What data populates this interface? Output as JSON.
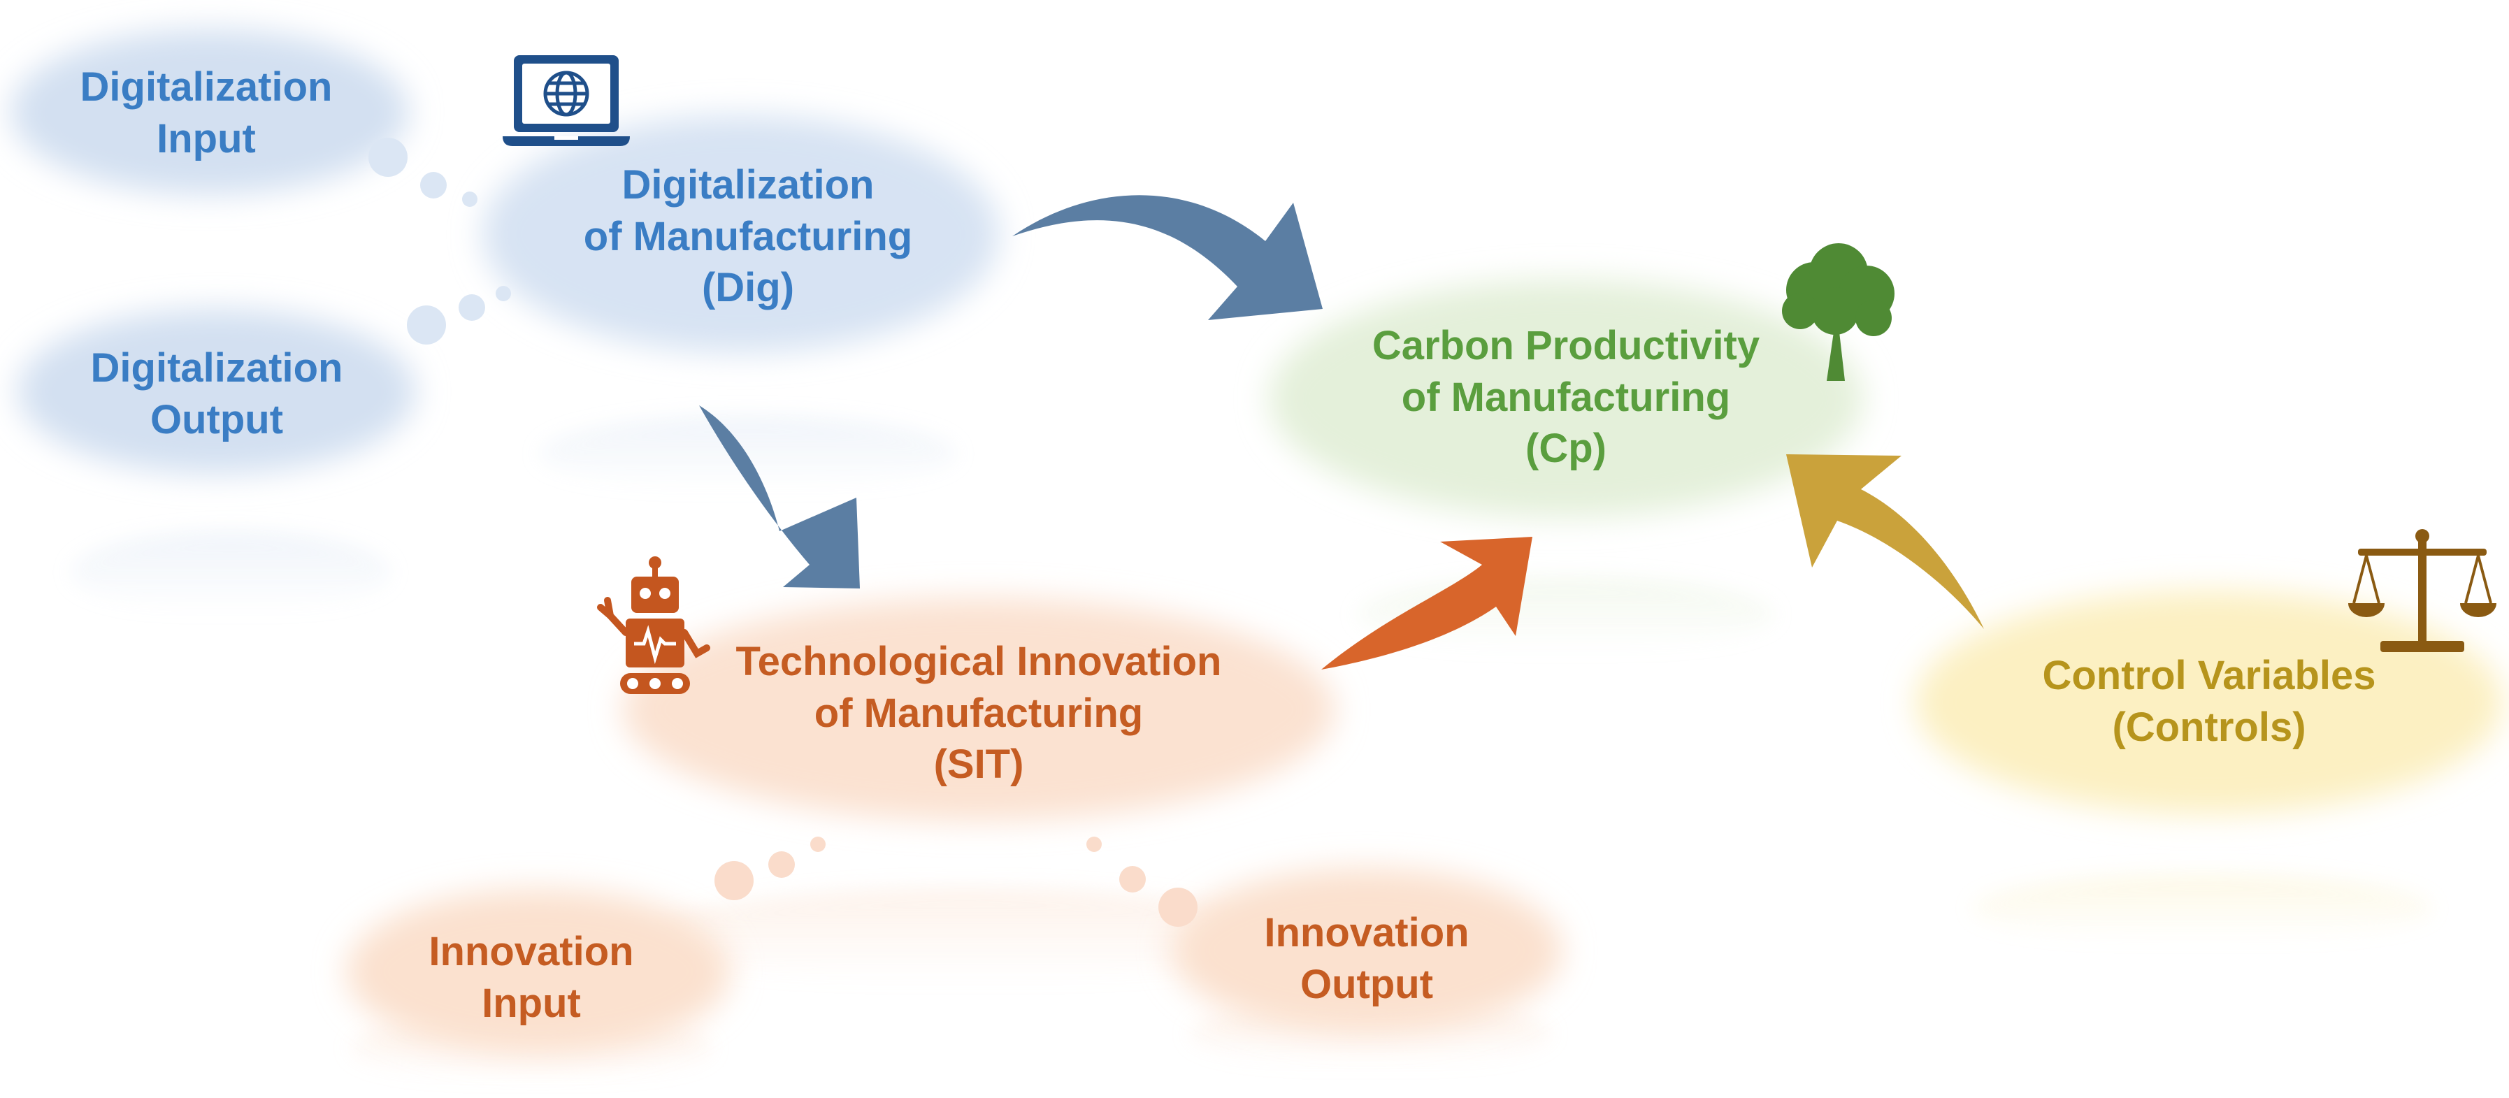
{
  "nodes": {
    "dig": {
      "line1": "Digitalization",
      "line2": "of Manufacturing",
      "line3": "(Dig)"
    },
    "cp": {
      "line1": "Carbon Productivity",
      "line2": "of Manufacturing",
      "line3": "(Cp)"
    },
    "sit": {
      "line1": "Technological Innovation",
      "line2": "of Manufacturing",
      "line3": "(SIT)"
    },
    "controls": {
      "line1": "Control Variables",
      "line2": "(Controls)"
    },
    "dig_input": {
      "line1": "Digitalization",
      "line2": "Input"
    },
    "dig_output": {
      "line1": "Digitalization",
      "line2": "Output"
    },
    "innov_input": {
      "line1": "Innovation",
      "line2": "Input"
    },
    "innov_output": {
      "line1": "Innovation",
      "line2": "Output"
    }
  },
  "colors": {
    "digitalization": "#3a7dc4",
    "carbon": "#5a9e3e",
    "innovation": "#c55c22",
    "controls": "#b6941c",
    "arrow_blue": "#5d7fa3",
    "arrow_orange": "#d9662c",
    "arrow_gold": "#c9a23a"
  },
  "icons": [
    "laptop-globe-icon",
    "tree-icon",
    "robot-icon",
    "scales-icon"
  ]
}
